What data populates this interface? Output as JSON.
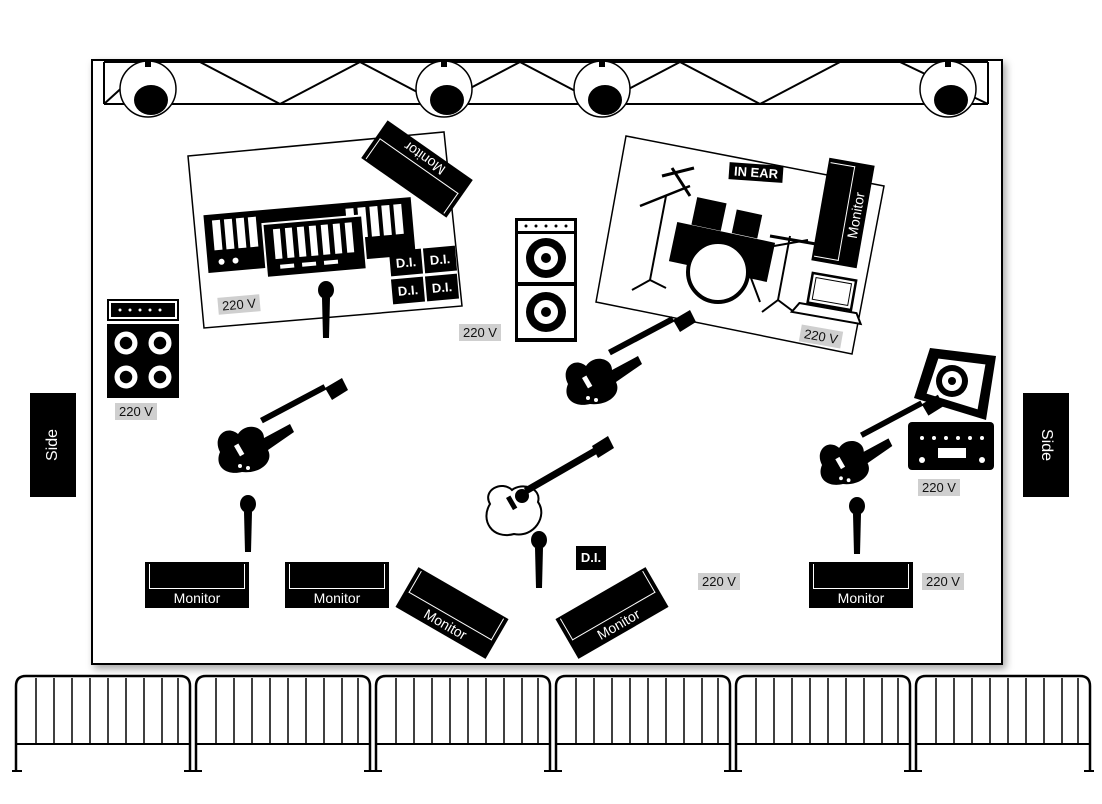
{
  "side_labels": {
    "left": "Side",
    "right": "Side"
  },
  "voltage_label": "220 V",
  "monitor_label": "Monitor",
  "di_label": "D.I.",
  "in_ear_label": "IN EAR",
  "colors": {
    "stage_border": "#000000",
    "voltage_bg": "#cfcfcf",
    "equipment": "#000000"
  },
  "icons": [
    "spotlight-icon",
    "truss-icon",
    "keyboard-icon",
    "drum-kit-icon",
    "laptop-icon",
    "guitar-amp-icon",
    "bass-amp-icon",
    "speaker-cabinet-icon",
    "electric-guitar-icon",
    "bass-guitar-icon",
    "acoustic-guitar-icon",
    "microphone-icon",
    "crowd-barrier-icon"
  ]
}
